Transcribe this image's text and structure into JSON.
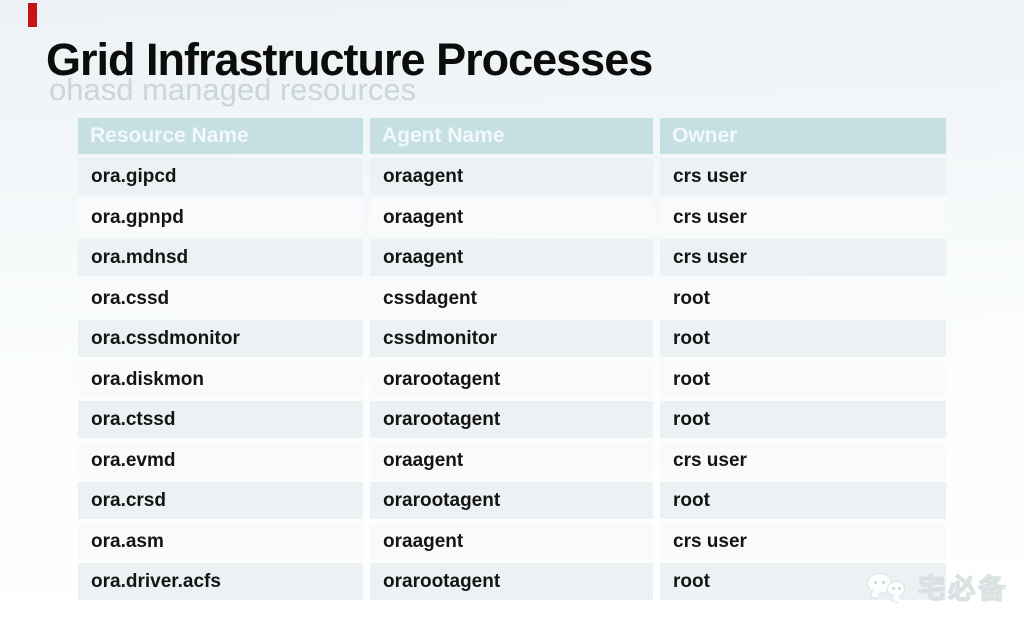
{
  "slide": {
    "title": "Grid Infrastructure Processes",
    "subtitle": "ohasd managed resources"
  },
  "table": {
    "columns": [
      "Resource Name",
      "Agent Name",
      "Owner"
    ],
    "rows": [
      {
        "resource": "ora.gipcd",
        "agent": "oraagent",
        "owner": "crs user"
      },
      {
        "resource": "ora.gpnpd",
        "agent": "oraagent",
        "owner": "crs user"
      },
      {
        "resource": "ora.mdnsd",
        "agent": "oraagent",
        "owner": "crs user"
      },
      {
        "resource": "ora.cssd",
        "agent": "cssdagent",
        "owner": "root"
      },
      {
        "resource": "ora.cssdmonitor",
        "agent": "cssdmonitor",
        "owner": "root"
      },
      {
        "resource": "ora.diskmon",
        "agent": "orarootagent",
        "owner": "root"
      },
      {
        "resource": "ora.ctssd",
        "agent": "orarootagent",
        "owner": "root"
      },
      {
        "resource": "ora.evmd",
        "agent": "oraagent",
        "owner": "crs user"
      },
      {
        "resource": "ora.crsd",
        "agent": "orarootagent",
        "owner": "root"
      },
      {
        "resource": "ora.asm",
        "agent": "oraagent",
        "owner": "crs user"
      },
      {
        "resource": "ora.driver.acfs",
        "agent": "orarootagent",
        "owner": "root"
      }
    ]
  },
  "watermark": {
    "text": "宅必备",
    "icon": "wechat-icon"
  },
  "colors": {
    "accent_red": "#c71414",
    "header_bg": "#c5dfe3",
    "header_text": "#f8fdfd",
    "row_stripe_dark": "#ecf1f3",
    "row_stripe_light": "#f8fafb",
    "subtitle_text": "#cad6d8",
    "title_text": "#0c0c0c"
  }
}
